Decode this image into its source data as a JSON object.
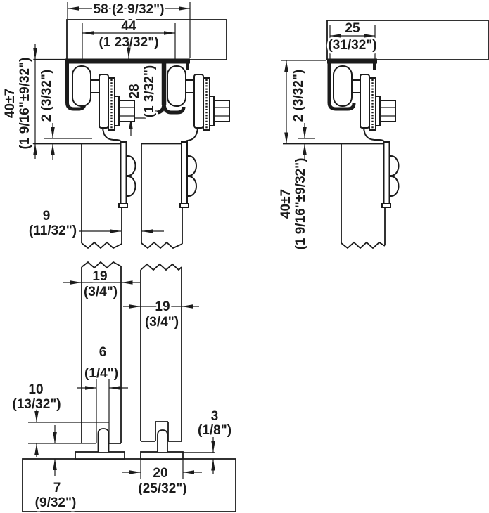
{
  "diagram": {
    "dims": {
      "double_track_width": "58 (2 9/32\")",
      "hanger_spacing_mm": "44",
      "hanger_spacing_in": "(1 23/32\")",
      "track_height_mm": "28",
      "track_height_in": "(1 3/32\")",
      "top_clearance": "2 (3/32\")",
      "install_height_mm": "40±7",
      "install_height_in": "(1 9/16\"±9/32\")",
      "door_gap_mm": "9",
      "door_gap_in": "(11/32\")",
      "single_track_width_mm": "25",
      "single_track_width_in": "(31/32\")",
      "door_thickness_mm": "19",
      "door_thickness_in": "(3/4\")",
      "groove_width_mm": "6",
      "groove_width_in": "(1/4\")",
      "groove_depth_mm": "10",
      "groove_depth_in": "(13/32\")",
      "guide_plate_height_mm": "3",
      "guide_plate_height_in": "(1/8\")",
      "guide_plate_width_mm": "20",
      "guide_plate_width_in": "(25/32\")",
      "floor_clearance_mm": "7",
      "floor_clearance_in": "(9/32\")"
    }
  }
}
